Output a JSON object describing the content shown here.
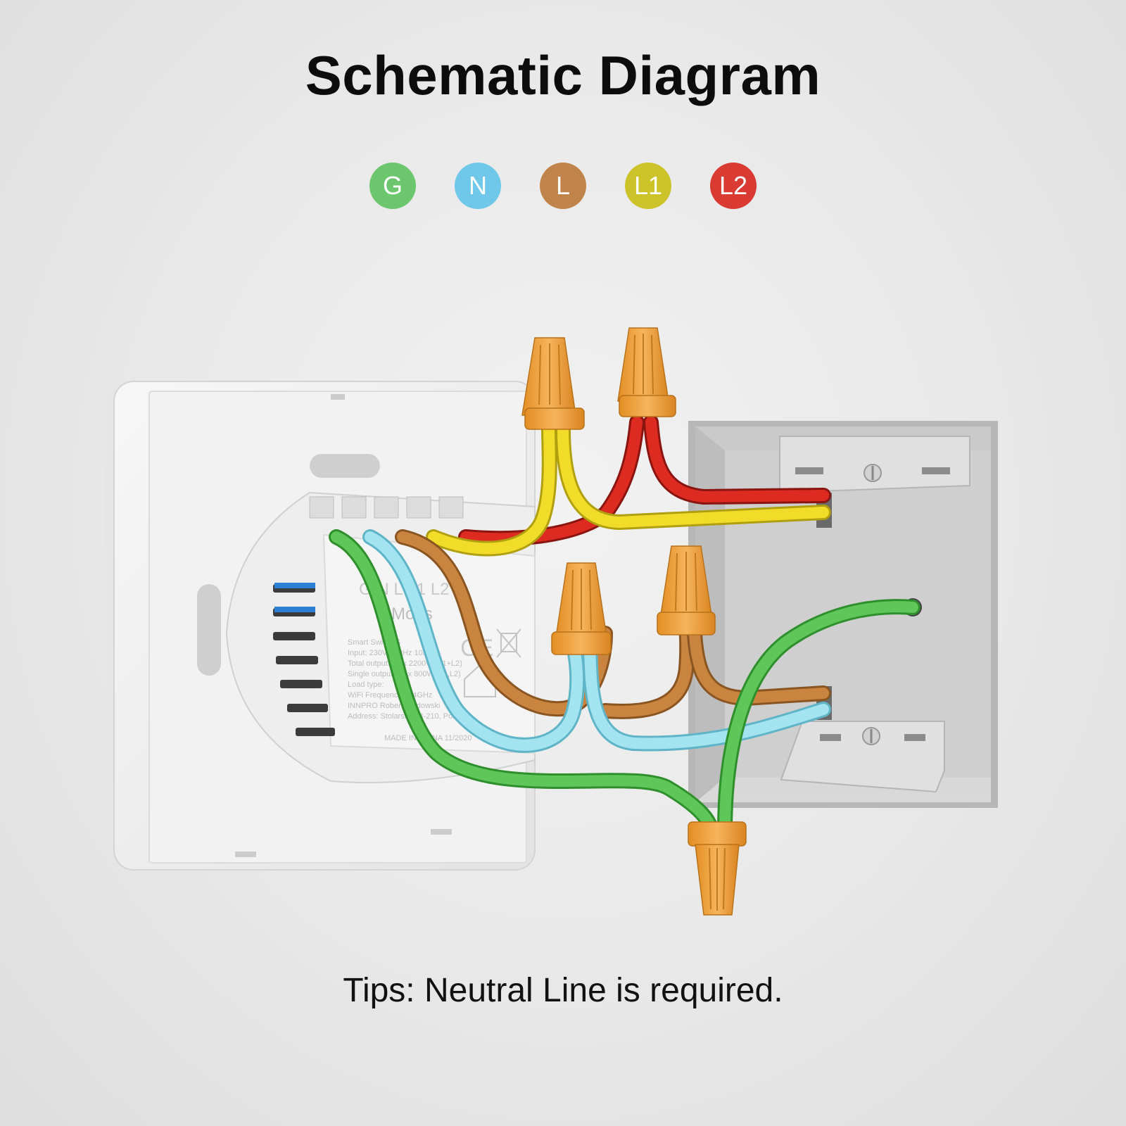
{
  "title": "Schematic Diagram",
  "legend": [
    {
      "label": "G",
      "color": "#6cc66e"
    },
    {
      "label": "N",
      "color": "#6fc8ea"
    },
    {
      "label": "L",
      "color": "#c0834a"
    },
    {
      "label": "L1",
      "color": "#ccc22a"
    },
    {
      "label": "L2",
      "color": "#d93a32"
    }
  ],
  "module": {
    "terminal_labels": "G  N  L  L1  L2",
    "brand": "Moes",
    "spec_lines": [
      "Smart Switch S",
      "Input: 230V~ 50Hz 10A",
      "Total output: Max 2200W (L1+L2)",
      "Single output: Max 800W (L1,L2)",
      "Load type:",
      "WiFi Frequency: 2.4GHz",
      "INNPRO Robert Błędowski",
      "Address: Stolarska 44-210, Poland"
    ],
    "made_in": "MADE IN CHINA 11/2020"
  },
  "wires": {
    "colors": {
      "ground": "#5fc65a",
      "neutral": "#a4e3f0",
      "live": "#c98540",
      "l1": "#f2dc2a",
      "l2": "#dd2b22"
    },
    "connector_color": "#f2a13c"
  },
  "tips": "Tips: Neutral Line is required."
}
